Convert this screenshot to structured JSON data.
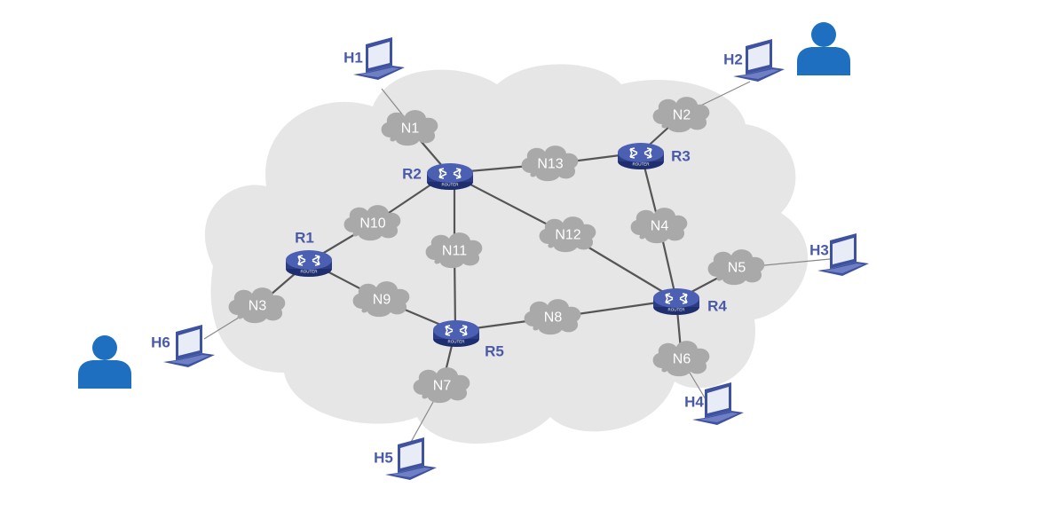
{
  "colors": {
    "cloud_background": "#e6e6e6",
    "network_cloud": "#a9a9a9",
    "router_body": "#3f52a0",
    "label_blue": "#4a5aa8",
    "user_icon": "#1f6fc0",
    "link": "#555555"
  },
  "icons": {
    "router": "router-icon",
    "host": "laptop-icon",
    "network": "network-cloud-icon",
    "user": "user-icon"
  },
  "routers": {
    "r1": {
      "label": "R1",
      "badge": "ROUTER"
    },
    "r2": {
      "label": "R2",
      "badge": "ROUTER"
    },
    "r3": {
      "label": "R3",
      "badge": "ROUTER"
    },
    "r4": {
      "label": "R4",
      "badge": "ROUTER"
    },
    "r5": {
      "label": "R5",
      "badge": "ROUTER"
    }
  },
  "networks": {
    "n1": "N1",
    "n2": "N2",
    "n3": "N3",
    "n4": "N4",
    "n5": "N5",
    "n6": "N6",
    "n7": "N7",
    "n8": "N8",
    "n9": "N9",
    "n10": "N10",
    "n11": "N11",
    "n12": "N12",
    "n13": "N13"
  },
  "hosts": {
    "h1": "H1",
    "h2": "H2",
    "h3": "H3",
    "h4": "H4",
    "h5": "H5",
    "h6": "H6"
  },
  "links": [
    [
      "H1",
      "N1"
    ],
    [
      "N1",
      "R2"
    ],
    [
      "H2",
      "N2"
    ],
    [
      "N2",
      "R3"
    ],
    [
      "R2",
      "N13"
    ],
    [
      "N13",
      "R3"
    ],
    [
      "R3",
      "N4"
    ],
    [
      "N4",
      "R4"
    ],
    [
      "R2",
      "N10"
    ],
    [
      "N10",
      "R1"
    ],
    [
      "R2",
      "N11"
    ],
    [
      "N11",
      "R5"
    ],
    [
      "R2",
      "N12"
    ],
    [
      "N12",
      "R4"
    ],
    [
      "R1",
      "N3"
    ],
    [
      "N3",
      "H6"
    ],
    [
      "R1",
      "N9"
    ],
    [
      "N9",
      "R5"
    ],
    [
      "R5",
      "N8"
    ],
    [
      "N8",
      "R4"
    ],
    [
      "R5",
      "N7"
    ],
    [
      "N7",
      "H5"
    ],
    [
      "R4",
      "N5"
    ],
    [
      "N5",
      "H3"
    ],
    [
      "R4",
      "N6"
    ],
    [
      "N6",
      "H4"
    ]
  ]
}
